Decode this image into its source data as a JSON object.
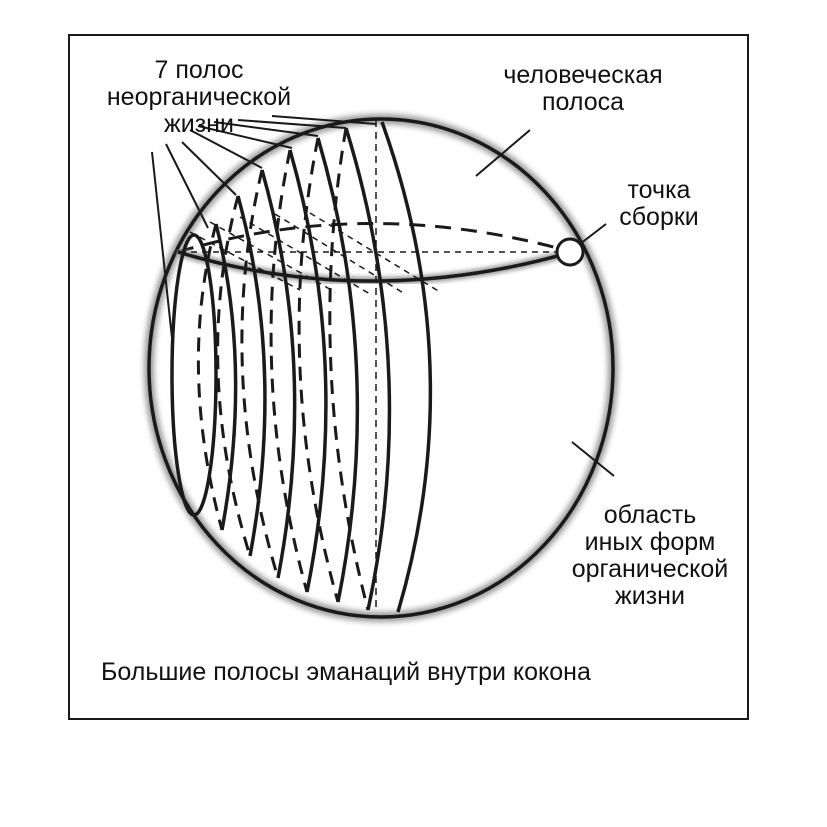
{
  "labels": {
    "inorganic_bands": "7 полос\nнеорганической\nжизни",
    "human_band": "человеческая\nполоса",
    "assemblage_point": "точка\nсборки",
    "organic_region": "область\nиных форм\nорганической\nжизни",
    "caption": "Большие полосы эманаций внутри кокона"
  },
  "colors": {
    "line": "#1a1a1a",
    "shadow": "#9a9a9a",
    "background": "#ffffff"
  }
}
